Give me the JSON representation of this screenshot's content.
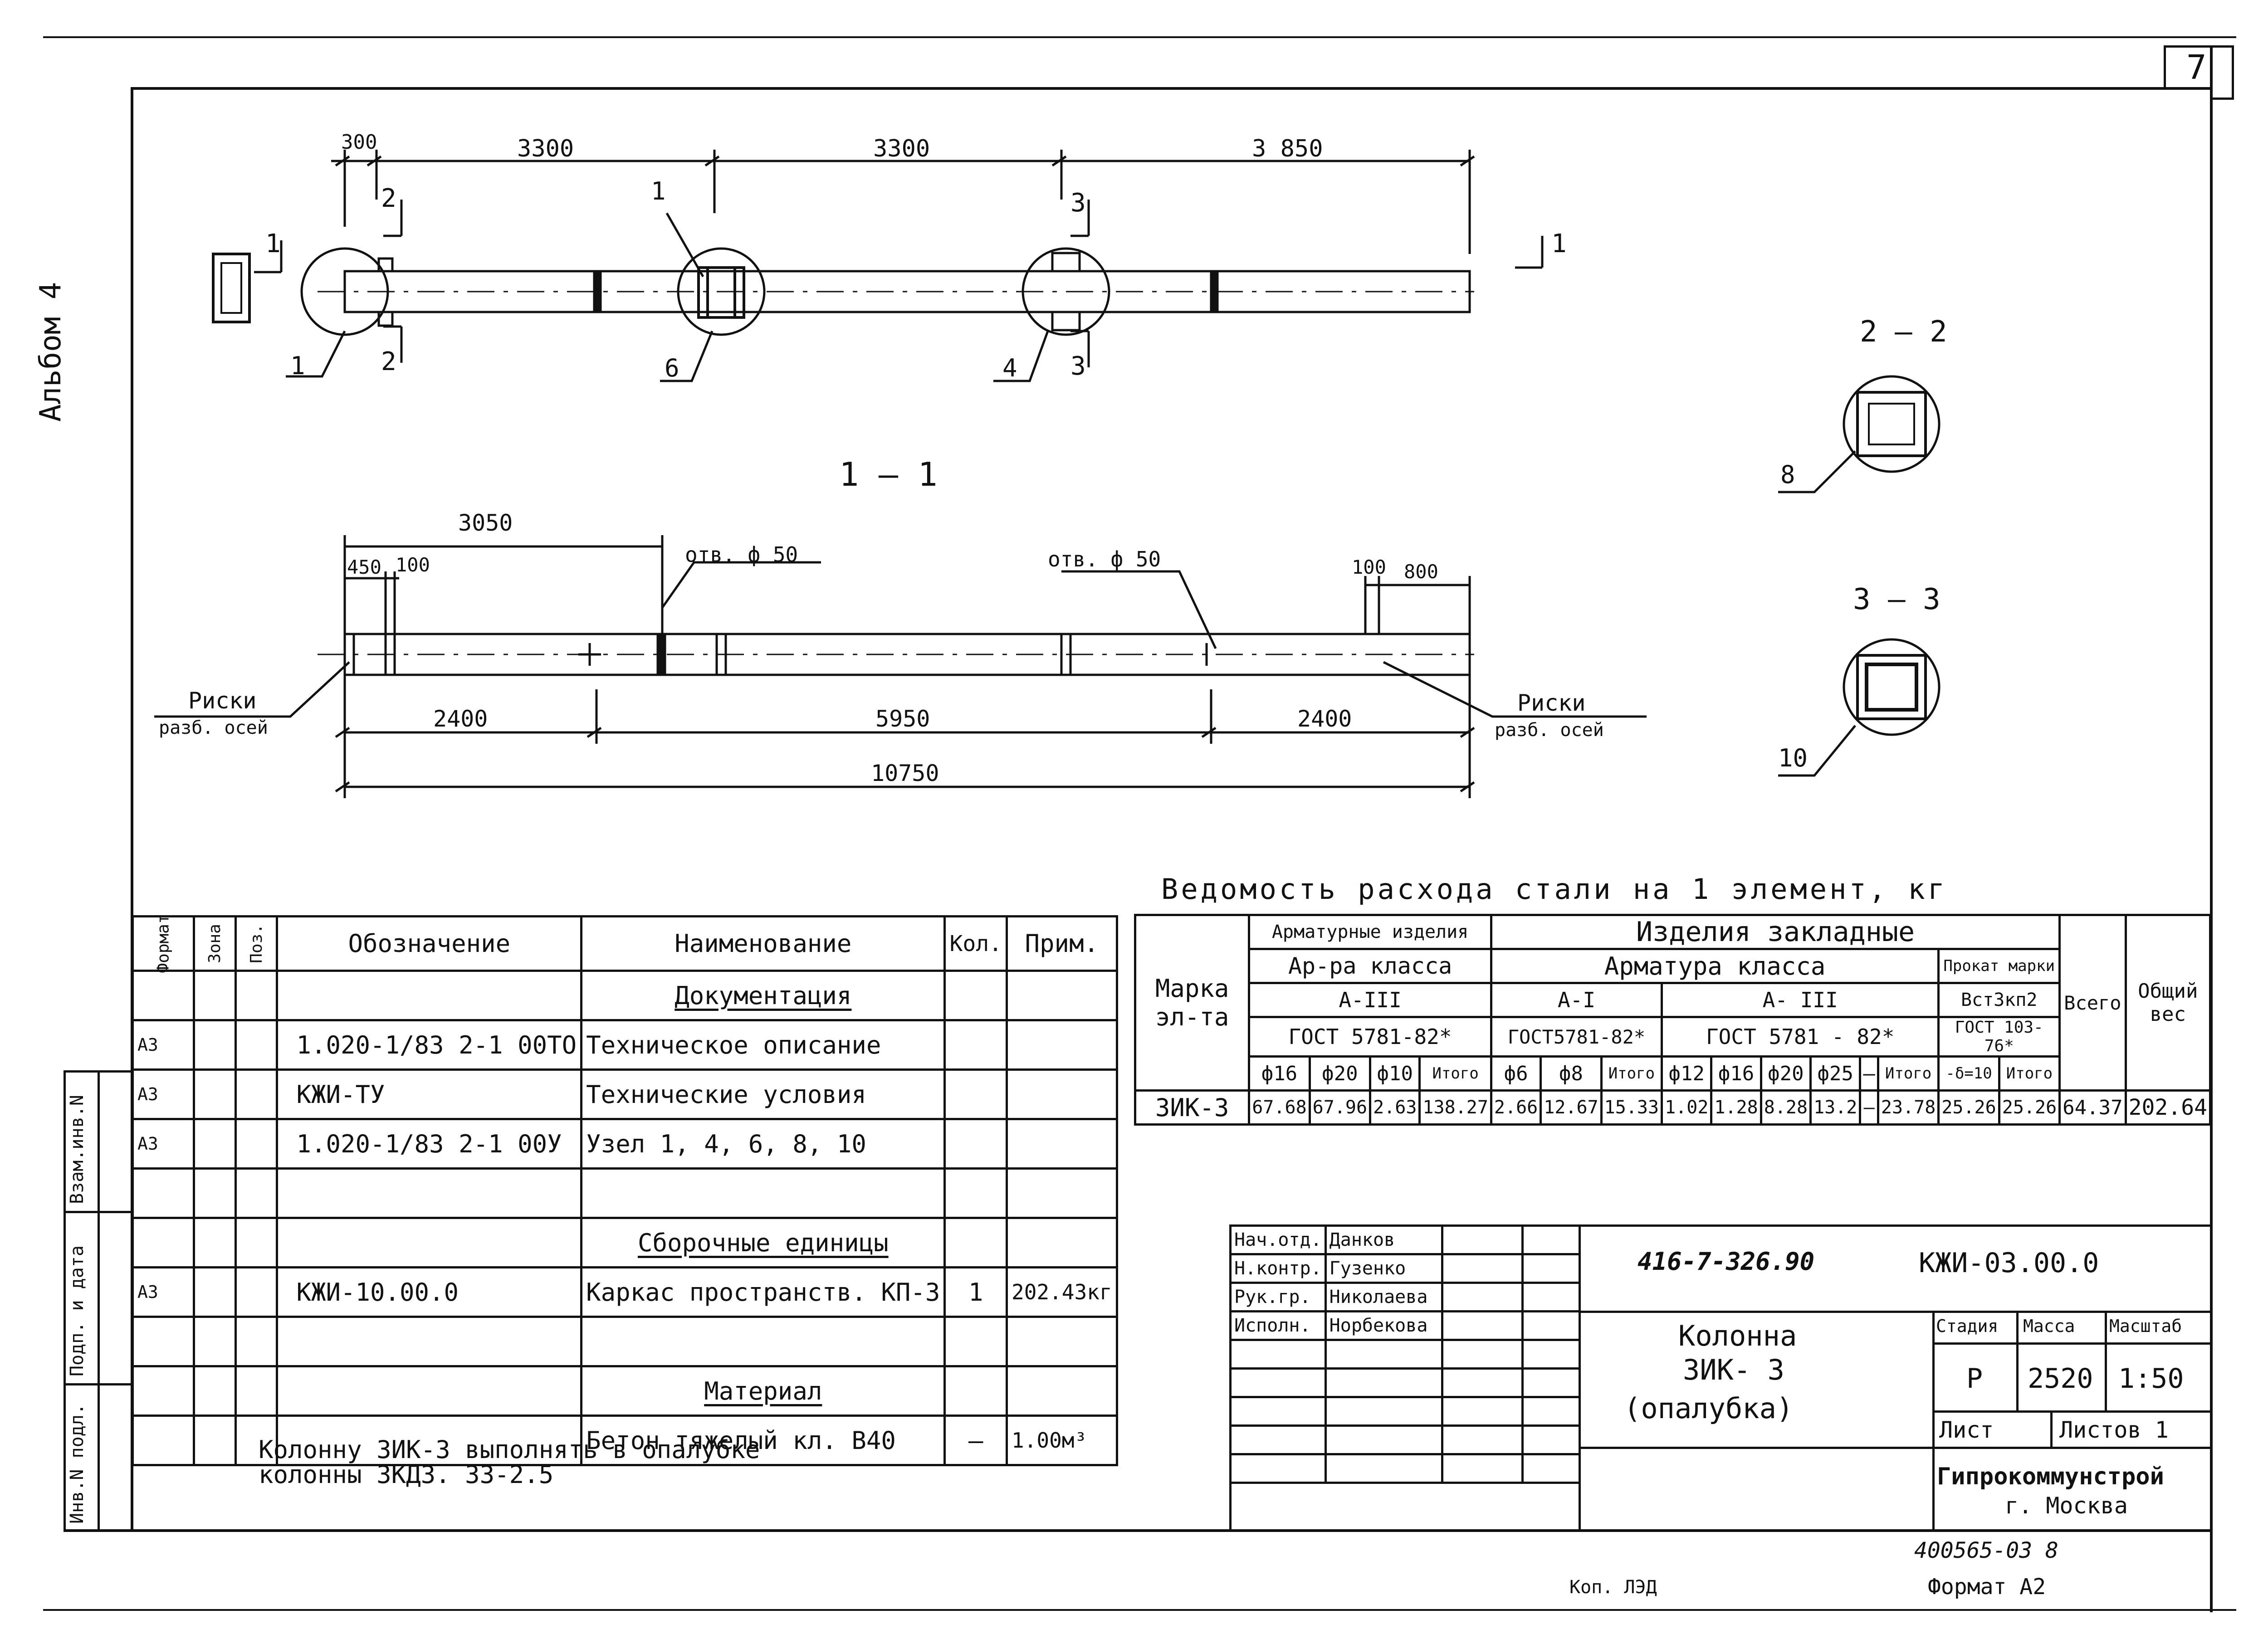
{
  "sheet": {
    "number": "7",
    "album": "Альбом 4",
    "copy": "Коп. ЛЭД",
    "format": "Формат А2",
    "inventory_stamp": "400565-03  8"
  },
  "side_stamps": {
    "vzam": "Взам.инв.N",
    "podp": "Подп. и дата",
    "inv": "Инв.N подл."
  },
  "drawing": {
    "plan": {
      "dims": [
        "300",
        "3300",
        "3300",
        "3 850"
      ],
      "sections": [
        "1",
        "1",
        "2",
        "2",
        "3",
        "3"
      ],
      "callouts": [
        "1",
        "1",
        "6",
        "4"
      ]
    },
    "section_11": {
      "title": "1 — 1",
      "dims_top": [
        "3050",
        "450",
        "100",
        "100",
        "800"
      ],
      "holes": [
        "отв. ф 50",
        "отв. ф 50"
      ],
      "dims_bottom": [
        "2400",
        "5950",
        "2400",
        "10750"
      ],
      "marks_left": [
        "Риски",
        "разб. осей"
      ],
      "marks_right": [
        "Риски",
        "разб. осей"
      ]
    },
    "section_22": {
      "title": "2 — 2",
      "callout": "8"
    },
    "section_33": {
      "title": "3 — 3",
      "callout": "10"
    }
  },
  "spec": {
    "headers": [
      "Формат",
      "Зона",
      "Поз.",
      "Обозначение",
      "Наименование",
      "Кол.",
      "Прим."
    ],
    "rows": [
      {
        "f": "",
        "o": "",
        "n": "Документация",
        "k": "",
        "p": "",
        "section": true
      },
      {
        "f": "А3",
        "o": "1.020-1/83 2-1 00ТО",
        "n": "Техническое описание",
        "k": "",
        "p": ""
      },
      {
        "f": "А3",
        "o": "КЖИ-ТУ",
        "n": "Технические условия",
        "k": "",
        "p": ""
      },
      {
        "f": "А3",
        "o": "1.020-1/83 2-1 00У",
        "n": "Узел 1, 4, 6, 8, 10",
        "k": "",
        "p": ""
      },
      {
        "f": "",
        "o": "",
        "n": "",
        "k": "",
        "p": ""
      },
      {
        "f": "",
        "o": "",
        "n": "Сборочные единицы",
        "k": "",
        "p": "",
        "section": true
      },
      {
        "f": "А3",
        "o": "КЖИ-10.00.0",
        "n": "Каркас пространств.   КП-3",
        "k": "1",
        "p": "202.43кг"
      },
      {
        "f": "",
        "o": "",
        "n": "",
        "k": "",
        "p": ""
      },
      {
        "f": "",
        "o": "",
        "n": "Материал",
        "k": "",
        "p": "",
        "section": true
      },
      {
        "f": "",
        "o": "",
        "n": "Бетон  тяжелый  кл. В40",
        "k": "—",
        "p": "1.00м³"
      }
    ],
    "note": [
      "Колонну 3ИК-3 выполнять   в опалубке",
      "колонны 3КД3. 33-2.5"
    ]
  },
  "steel": {
    "title": "Ведомость расхода стали на 1 элемент, кг",
    "mark_header": "Марка эл-та",
    "h_arm": "Арматурные изделия",
    "h_embed": "Изделия закладные",
    "h_arm_class": "Ар-ра класса",
    "h_embed_class": "Арматура класса",
    "h_rolled": "Прокат марки",
    "grade_a3": "А-III",
    "grade_a1": "А-I",
    "grade_a3b": "А- III",
    "gost1": "ГОСТ 5781-82*",
    "gost2": "ГОСТ5781-82*",
    "gost3": "ГОСТ 5781 - 82*",
    "rolled_grade": "Вст3кп2",
    "rolled_gost": "ГОСТ 103-76*",
    "total": "Всего",
    "total_weight": "Общий вес",
    "cols": [
      "ф16",
      "ф20",
      "ф10",
      "Итого",
      "ф6",
      "ф8",
      "Итого",
      "ф12",
      "ф16",
      "ф20",
      "ф25",
      "—",
      "Итого",
      "-δ=10",
      "Итого"
    ],
    "row": {
      "mark": "3ИК-3",
      "values": [
        "67.68",
        "67.96",
        "2.63",
        "138.27",
        "2.66",
        "12.67",
        "15.33",
        "1.02",
        "1.28",
        "8.28",
        "13.2",
        "—",
        "23.78",
        "25.26",
        "25.26"
      ],
      "total": "64.37",
      "weight": "202.64"
    }
  },
  "titleblock": {
    "roles": [
      "Нач.отд.",
      "Н.контр.",
      "Рук.гр.",
      "Исполн."
    ],
    "names": [
      "Данков",
      "Гузенко",
      "Николаева",
      "Норбекова"
    ],
    "code": "416-7-326.90",
    "designation": "КЖИ-03.00.0",
    "name": [
      "Колонна",
      "3ИК- 3",
      "(опалубка)"
    ],
    "stage_h": "Стадия",
    "mass_h": "Масса",
    "scale_h": "Масштаб",
    "stage": "Р",
    "mass": "2520",
    "scale": "1:50",
    "list": "Лист",
    "lists": "Листов  1",
    "org": "Гипрокоммунстрой",
    "city": "г. Москва"
  }
}
